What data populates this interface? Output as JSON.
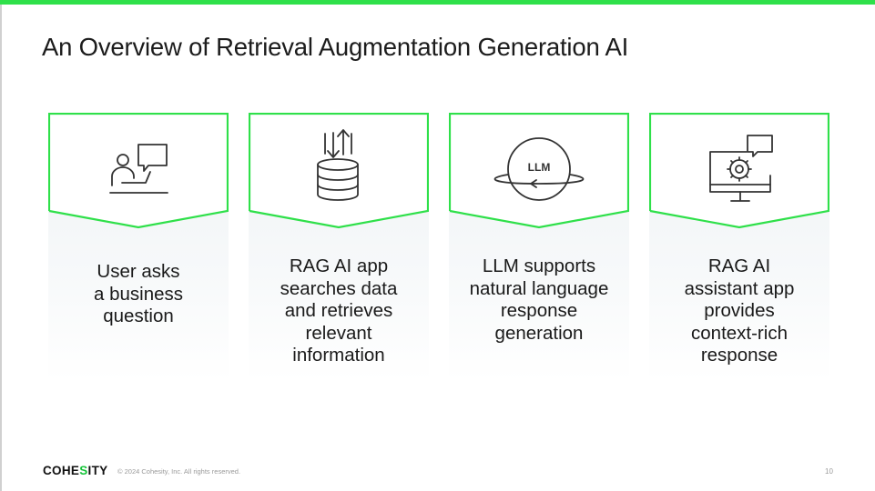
{
  "slide": {
    "title": "An Overview of Retrieval Augmentation Generation AI",
    "accent_color": "#2fe04a",
    "cards": [
      {
        "icon": "user-question-icon",
        "text": "User asks\na business\nquestion"
      },
      {
        "icon": "database-sync-icon",
        "text": "RAG AI app\nsearches data\nand retrieves\nrelevant\ninformation"
      },
      {
        "icon": "llm-orbit-icon",
        "icon_label": "LLM",
        "text": "LLM supports\nnatural language\nresponse\ngeneration"
      },
      {
        "icon": "monitor-gear-chat-icon",
        "text": "RAG AI\nassistant app\nprovides\ncontext-rich\nresponse"
      }
    ]
  },
  "footer": {
    "logo_prefix": "COHE",
    "logo_mark": "S",
    "logo_suffix": "ITY",
    "copyright": "© 2024 Cohesity, Inc. All rights reserved.",
    "page_number": "10"
  }
}
